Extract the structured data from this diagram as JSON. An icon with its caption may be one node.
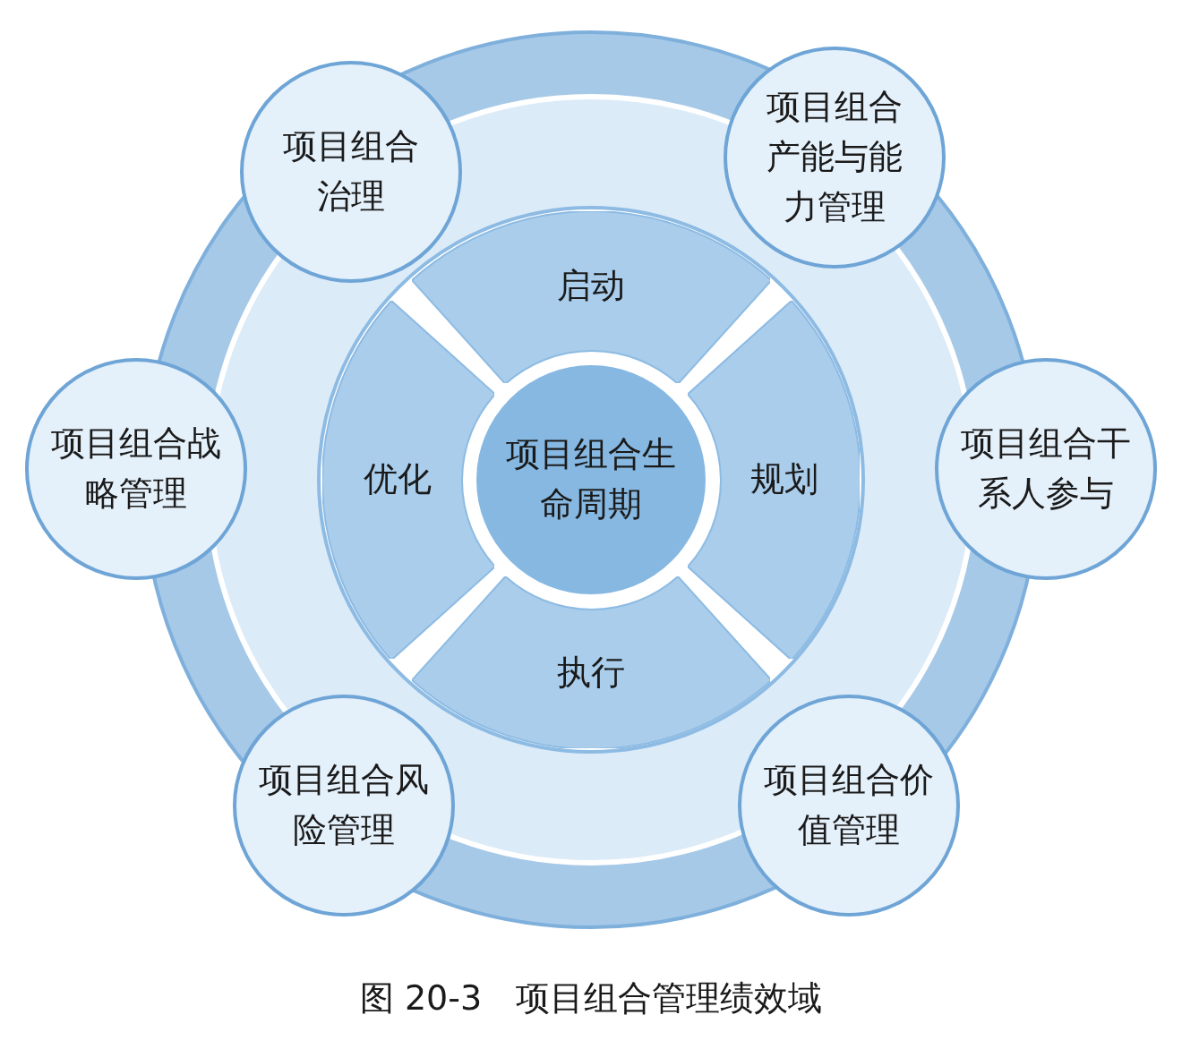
{
  "diagram": {
    "caption": "图 20-3　项目组合管理绩效域",
    "nodes": [
      {
        "text": [
          "项目组合治理"
        ]
      },
      {
        "text": [
          "项目组合产能与能力管理"
        ]
      },
      {
        "text": [
          "项目组合战略管理"
        ]
      },
      {
        "text": [
          "项目组合干系人参与"
        ]
      },
      {
        "text": [
          "项目组合生命周期"
        ]
      },
      {
        "text": [
          "启动"
        ]
      },
      {
        "text": [
          "优化"
        ]
      },
      {
        "text": [
          "规划"
        ]
      },
      {
        "text": [
          "执行"
        ]
      },
      {
        "text": [
          "项目组合风险管理"
        ]
      },
      {
        "text": [
          "项目组合价值管理"
        ]
      }
    ]
  }
}
